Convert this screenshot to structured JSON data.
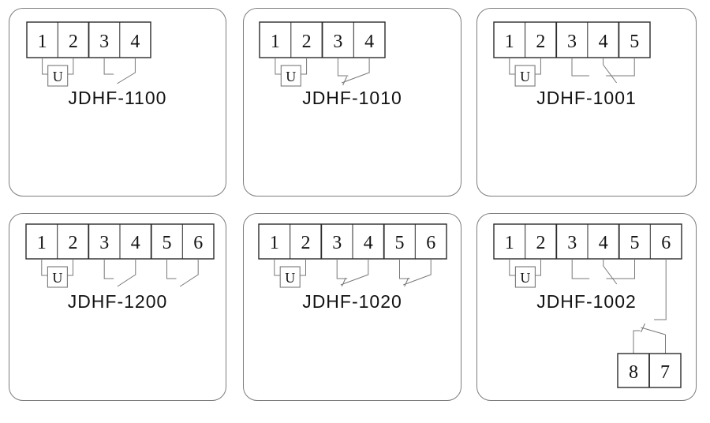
{
  "style": {
    "background": "#ffffff",
    "panel_border_color": "#7d7d7d",
    "terminal_block_color": "#2a2a2a",
    "wire_color": "#787878",
    "text_color": "#131313"
  },
  "panels": [
    {
      "model": "JDHF-1100",
      "coil_label": "U",
      "coil_terminals": "1-2",
      "terminals": [
        "1",
        "2",
        "3",
        "4"
      ],
      "contacts": [
        {
          "type": "normally-open",
          "between": "3-4"
        }
      ]
    },
    {
      "model": "JDHF-1010",
      "coil_label": "U",
      "coil_terminals": "1-2",
      "terminals": [
        "1",
        "2",
        "3",
        "4"
      ],
      "contacts": [
        {
          "type": "normally-closed",
          "between": "3-4"
        }
      ]
    },
    {
      "model": "JDHF-1001",
      "coil_label": "U",
      "coil_terminals": "1-2",
      "terminals": [
        "1",
        "2",
        "3",
        "4",
        "5"
      ],
      "contacts": [
        {
          "type": "changeover",
          "between": "3-4-5"
        }
      ]
    },
    {
      "model": "JDHF-1200",
      "coil_label": "U",
      "coil_terminals": "1-2",
      "terminals": [
        "1",
        "2",
        "3",
        "4",
        "5",
        "6"
      ],
      "contacts": [
        {
          "type": "normally-open",
          "between": "3-4"
        },
        {
          "type": "normally-open",
          "between": "5-6"
        }
      ]
    },
    {
      "model": "JDHF-1020",
      "coil_label": "U",
      "coil_terminals": "1-2",
      "terminals": [
        "1",
        "2",
        "3",
        "4",
        "5",
        "6"
      ],
      "contacts": [
        {
          "type": "normally-closed",
          "between": "3-4"
        },
        {
          "type": "normally-closed",
          "between": "5-6"
        }
      ]
    },
    {
      "model": "JDHF-1002",
      "coil_label": "U",
      "coil_terminals": "1-2",
      "terminals": [
        "1",
        "2",
        "3",
        "4",
        "5",
        "6"
      ],
      "aux_terminals": [
        "8",
        "7"
      ],
      "contacts": [
        {
          "type": "changeover",
          "between": "3-4-5"
        },
        {
          "type": "changeover",
          "between": "6-7-8"
        }
      ]
    }
  ]
}
